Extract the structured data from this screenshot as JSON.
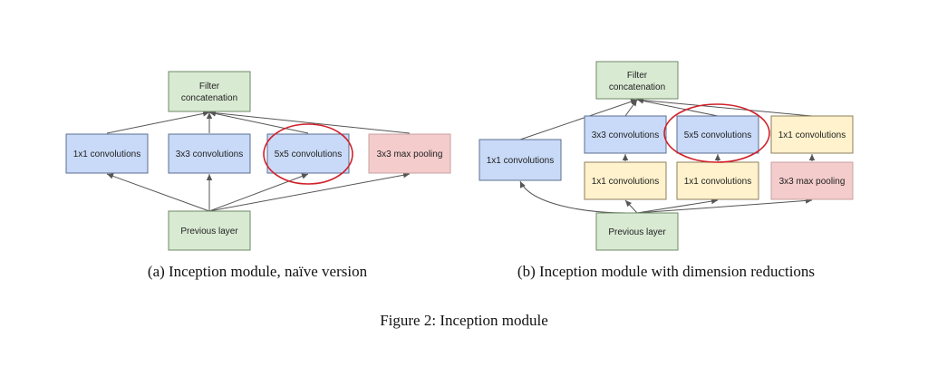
{
  "colors": {
    "green_fill": "#d9ead3",
    "green_stroke": "#6d8a66",
    "blue_fill": "#c9daf8",
    "blue_stroke": "#5c6f90",
    "red_fill": "#f4cccc",
    "red_stroke": "#c9a0a0",
    "yellow_fill": "#fff2cc",
    "yellow_stroke": "#8c7f5c",
    "arrow": "#555555",
    "highlight_ellipse": "#d0202a"
  },
  "diagram_a": {
    "filter_concat": "Filter concatenation",
    "conv1x1": "1x1 convolutions",
    "conv3x3": "3x3 convolutions",
    "conv5x5": "5x5 convolutions",
    "maxpool": "3x3 max pooling",
    "previous": "Previous layer",
    "caption": "(a)  Inception module, naïve version"
  },
  "diagram_b": {
    "filter_concat": "Filter concatenation",
    "conv1x1_left": "1x1 convolutions",
    "conv3x3": "3x3 convolutions",
    "conv5x5": "5x5 convolutions",
    "conv1x1_right": "1x1 convolutions",
    "reduce_3x3": "1x1 convolutions",
    "reduce_5x5": "1x1 convolutions",
    "maxpool": "3x3 max pooling",
    "previous": "Previous layer",
    "caption": "(b)  Inception module with dimension reductions"
  },
  "figure_caption": "Figure 2:  Inception module"
}
